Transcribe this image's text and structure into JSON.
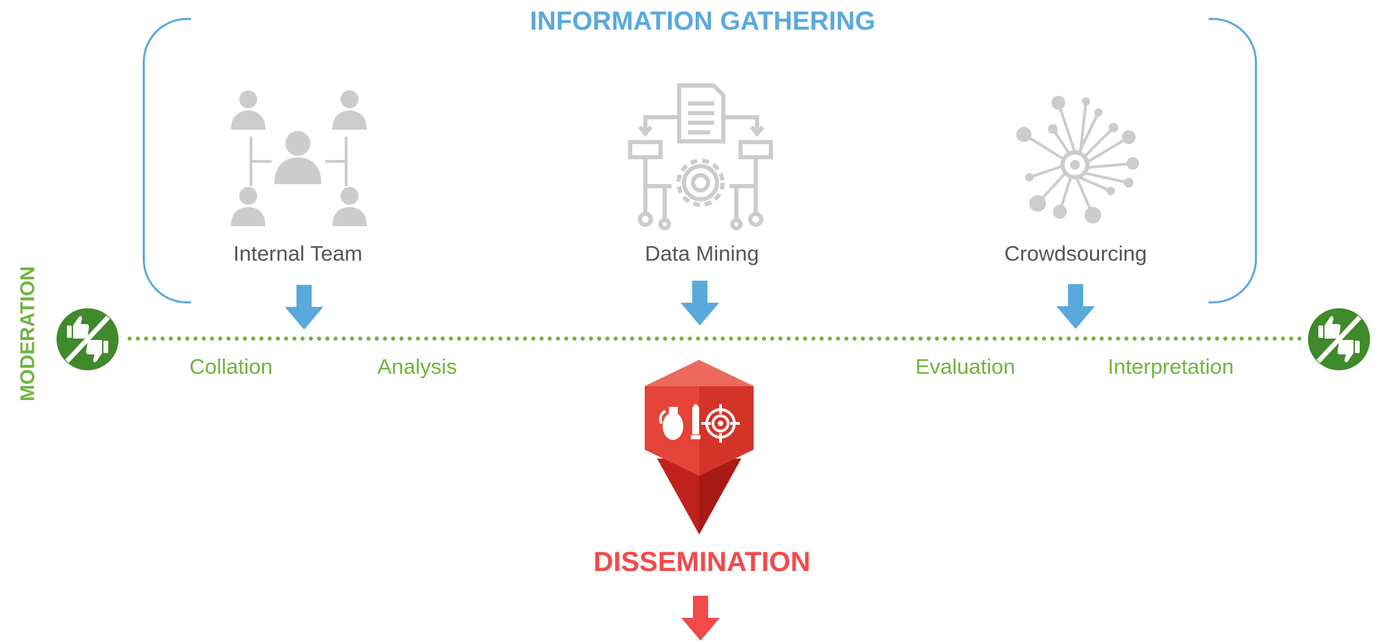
{
  "header": {
    "title": "INFORMATION GATHERING"
  },
  "sources": [
    {
      "label": "Internal Team",
      "icon": "team-hierarchy-icon"
    },
    {
      "label": "Data Mining",
      "icon": "data-mining-icon"
    },
    {
      "label": "Crowdsourcing",
      "icon": "crowdsourcing-network-icon"
    }
  ],
  "moderation": {
    "label": "MODERATION",
    "icon": "thumbs-up-down-icon"
  },
  "steps": [
    {
      "label": "Collation"
    },
    {
      "label": "Analysis"
    },
    {
      "label": "Evaluation"
    },
    {
      "label": "Interpretation"
    }
  ],
  "output": {
    "label": "DISSEMINATION",
    "icon": "intel-map-pin-icon"
  },
  "colors": {
    "gathering": "#5aa9dd",
    "moderation": "#6fb43f",
    "moderation_badge": "#3f8a2a",
    "dissemination": "#f24a4a",
    "pin": "#e03a2e",
    "icons": "#cccccc",
    "source_text": "#555555"
  }
}
